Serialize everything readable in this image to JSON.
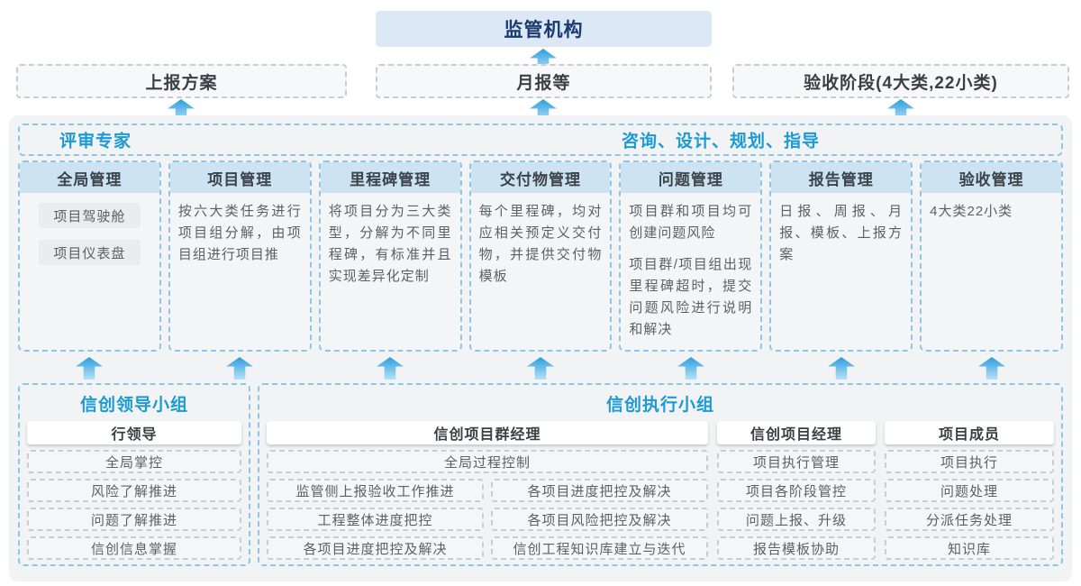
{
  "colors": {
    "accent_blue": "#1a9ad6",
    "navy_text": "#1b3a6d",
    "regulator_bg": "#dce8f5",
    "column_header_bg": "#cee3f1",
    "dashed_blue": "#8fc6e7",
    "container_bg": "#f1f3f5",
    "arrow_gradient_top": "#2b9edd",
    "arrow_gradient_bottom": "#b7e1f6"
  },
  "top": {
    "regulator": "监管机构"
  },
  "outputs": [
    {
      "label": "上报方案"
    },
    {
      "label": "月报等"
    },
    {
      "label": "验收阶段(4大类,22小类)"
    }
  ],
  "platform": {
    "expert_label": "评审专家",
    "consult_label": "咨询、设计、规划、指导",
    "columns": [
      {
        "title": "全局管理",
        "pills": [
          "项目驾驶舱",
          "项目仪表盘"
        ]
      },
      {
        "title": "项目管理",
        "paragraphs": [
          "按六大类任务进行项目组分解，由项目组进行项目推"
        ]
      },
      {
        "title": "里程碑管理",
        "paragraphs": [
          "将项目分为三大类型，分解为不同里程碑，有标准并且实现差异化定制"
        ]
      },
      {
        "title": "交付物管理",
        "paragraphs": [
          "每个里程碑，均对应相关预定义交付物，并提供交付物模板"
        ]
      },
      {
        "title": "问题管理",
        "paragraphs": [
          "项目群和项目均可创建问题风险",
          "项目群/项目组出现里程碑超时，提交问题风险进行说明和解决"
        ]
      },
      {
        "title": "报告管理",
        "paragraphs": [
          "日报、周报、月报、模板、上报方案"
        ]
      },
      {
        "title": "验收管理",
        "paragraphs": [
          "4大类22小类"
        ]
      }
    ]
  },
  "groups": {
    "leader": {
      "title": "信创领导小组",
      "role": "行领导",
      "items": [
        "全局掌控",
        "风险了解推进",
        "问题了解推进",
        "信创信息掌握"
      ]
    },
    "exec": {
      "title": "信创执行小组",
      "pm_group": {
        "role": "信创项目群经理",
        "full_item": "全局过程控制",
        "left_items": [
          "监管侧上报验收工作推进",
          "工程整体进度把控",
          "各项目进度把控及解决"
        ],
        "right_items": [
          "各项目进度把控及解决",
          "各项目风险把控及解决",
          "信创工程知识库建立与迭代"
        ]
      },
      "pm": {
        "role": "信创项目经理",
        "items": [
          "项目执行管理",
          "项目各阶段管控",
          "问题上报、升级",
          "报告模板协助"
        ]
      },
      "member": {
        "role": "项目成员",
        "items": [
          "项目执行",
          "问题处理",
          "分派任务处理",
          "知识库"
        ]
      }
    }
  }
}
